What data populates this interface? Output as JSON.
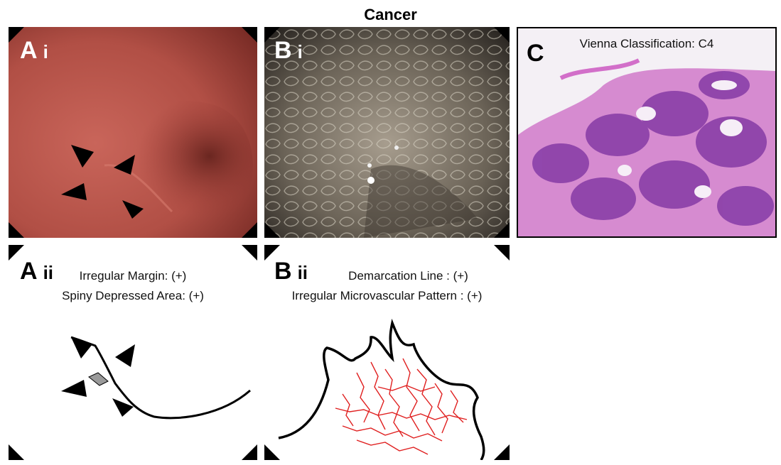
{
  "figure_title": "Cancer",
  "panels": {
    "ai": {
      "letter": "A",
      "sub": "i"
    },
    "bi": {
      "letter": "B",
      "sub": "i"
    },
    "c": {
      "letter": "C",
      "caption": "Vienna Classification: C4"
    },
    "aii": {
      "letter": "A",
      "sub": "ii",
      "line1": "Irregular Margin: (+)",
      "line2": "Spiny Depressed Area: (+)"
    },
    "bii": {
      "letter": "B",
      "sub": "ii",
      "line1": "Demarcation Line : (+)",
      "line2": "Irregular Microvascular Pattern : (+)"
    }
  },
  "colors": {
    "mucosa": "#b5524a",
    "nbi": "#7a7468",
    "he_purple": "#8a3fa8",
    "he_pink": "#e39ad6",
    "vessels": "#e02020"
  }
}
